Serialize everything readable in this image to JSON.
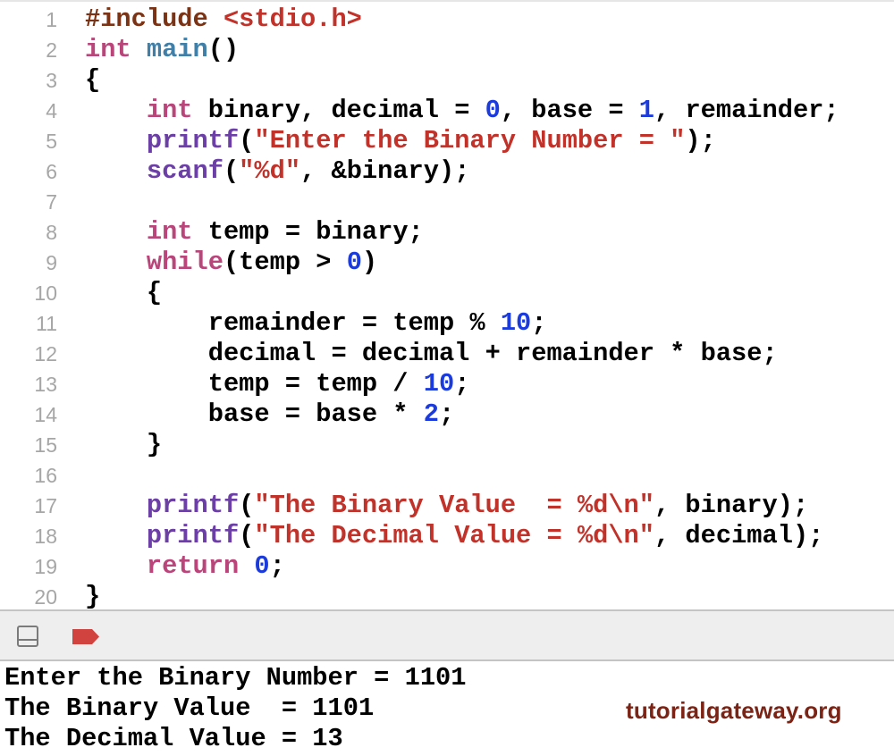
{
  "editor": {
    "lines": [
      {
        "n": "1",
        "tokens": [
          {
            "t": "#include ",
            "c": "pp"
          },
          {
            "t": "<stdio.h>",
            "c": "str"
          }
        ]
      },
      {
        "n": "2",
        "tokens": [
          {
            "t": "int ",
            "c": "kw"
          },
          {
            "t": "main",
            "c": "fn"
          },
          {
            "t": "()",
            "c": ""
          }
        ]
      },
      {
        "n": "3",
        "tokens": [
          {
            "t": "{",
            "c": ""
          }
        ]
      },
      {
        "n": "4",
        "tokens": [
          {
            "t": "    ",
            "c": ""
          },
          {
            "t": "int",
            "c": "kw"
          },
          {
            "t": " binary, decimal = ",
            "c": ""
          },
          {
            "t": "0",
            "c": "num"
          },
          {
            "t": ", base = ",
            "c": ""
          },
          {
            "t": "1",
            "c": "num"
          },
          {
            "t": ", remainder;",
            "c": ""
          }
        ]
      },
      {
        "n": "5",
        "tokens": [
          {
            "t": "    ",
            "c": ""
          },
          {
            "t": "printf",
            "c": "call"
          },
          {
            "t": "(",
            "c": ""
          },
          {
            "t": "\"Enter the Binary Number = \"",
            "c": "str"
          },
          {
            "t": ");",
            "c": ""
          }
        ]
      },
      {
        "n": "6",
        "tokens": [
          {
            "t": "    ",
            "c": ""
          },
          {
            "t": "scanf",
            "c": "call"
          },
          {
            "t": "(",
            "c": ""
          },
          {
            "t": "\"%d\"",
            "c": "str"
          },
          {
            "t": ", &binary);",
            "c": ""
          }
        ]
      },
      {
        "n": "7",
        "tokens": []
      },
      {
        "n": "8",
        "tokens": [
          {
            "t": "    ",
            "c": ""
          },
          {
            "t": "int",
            "c": "kw"
          },
          {
            "t": " temp = binary;",
            "c": ""
          }
        ]
      },
      {
        "n": "9",
        "tokens": [
          {
            "t": "    ",
            "c": ""
          },
          {
            "t": "while",
            "c": "kw"
          },
          {
            "t": "(temp > ",
            "c": ""
          },
          {
            "t": "0",
            "c": "num"
          },
          {
            "t": ")",
            "c": ""
          }
        ]
      },
      {
        "n": "10",
        "tokens": [
          {
            "t": "    {",
            "c": ""
          }
        ]
      },
      {
        "n": "11",
        "tokens": [
          {
            "t": "        remainder = temp % ",
            "c": ""
          },
          {
            "t": "10",
            "c": "num"
          },
          {
            "t": ";",
            "c": ""
          }
        ]
      },
      {
        "n": "12",
        "tokens": [
          {
            "t": "        decimal = decimal + remainder * base;",
            "c": ""
          }
        ]
      },
      {
        "n": "13",
        "tokens": [
          {
            "t": "        temp = temp / ",
            "c": ""
          },
          {
            "t": "10",
            "c": "num"
          },
          {
            "t": ";",
            "c": ""
          }
        ]
      },
      {
        "n": "14",
        "tokens": [
          {
            "t": "        base = base * ",
            "c": ""
          },
          {
            "t": "2",
            "c": "num"
          },
          {
            "t": ";",
            "c": ""
          }
        ]
      },
      {
        "n": "15",
        "tokens": [
          {
            "t": "    }",
            "c": ""
          }
        ]
      },
      {
        "n": "16",
        "tokens": []
      },
      {
        "n": "17",
        "tokens": [
          {
            "t": "    ",
            "c": ""
          },
          {
            "t": "printf",
            "c": "call"
          },
          {
            "t": "(",
            "c": ""
          },
          {
            "t": "\"The Binary Value  = %d\\n\"",
            "c": "str"
          },
          {
            "t": ", binary);",
            "c": ""
          }
        ]
      },
      {
        "n": "18",
        "tokens": [
          {
            "t": "    ",
            "c": ""
          },
          {
            "t": "printf",
            "c": "call"
          },
          {
            "t": "(",
            "c": ""
          },
          {
            "t": "\"The Decimal Value = %d\\n\"",
            "c": "str"
          },
          {
            "t": ", decimal);",
            "c": ""
          }
        ]
      },
      {
        "n": "19",
        "tokens": [
          {
            "t": "    ",
            "c": ""
          },
          {
            "t": "return",
            "c": "kw"
          },
          {
            "t": " ",
            "c": ""
          },
          {
            "t": "0",
            "c": "num"
          },
          {
            "t": ";",
            "c": ""
          }
        ]
      },
      {
        "n": "20",
        "tokens": [
          {
            "t": "}",
            "c": ""
          }
        ]
      }
    ]
  },
  "toolbar": {
    "panel_toggle_icon": "panel-bottom-icon",
    "breakpoint_icon": "breakpoint-icon",
    "breakpoint_color": "#d0433f"
  },
  "console": {
    "lines": [
      "Enter the Binary Number = 1101",
      "The Binary Value  = 1101",
      "The Decimal Value = 13"
    ]
  },
  "watermark": {
    "text": "tutorialgateway.org",
    "color": "#7b2314"
  }
}
